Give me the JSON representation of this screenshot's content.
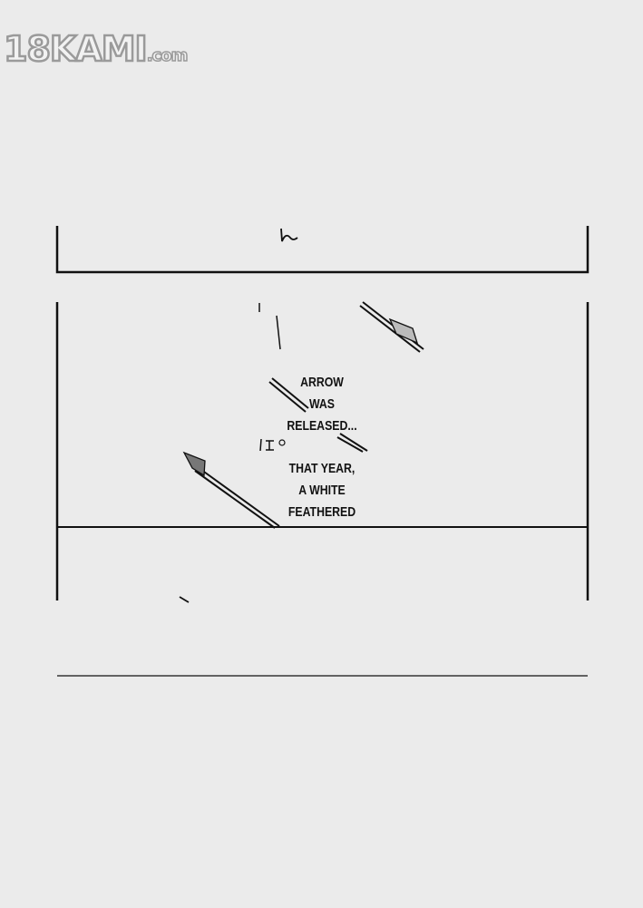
{
  "watermark": {
    "text": "18KAMI",
    "suffix": ".com"
  },
  "captions": {
    "line1": "ARROW",
    "line2": "WAS",
    "line3": "RELEASED...",
    "line4": "THAT YEAR,",
    "line5": "A WHITE",
    "line6": "FEATHERED"
  }
}
